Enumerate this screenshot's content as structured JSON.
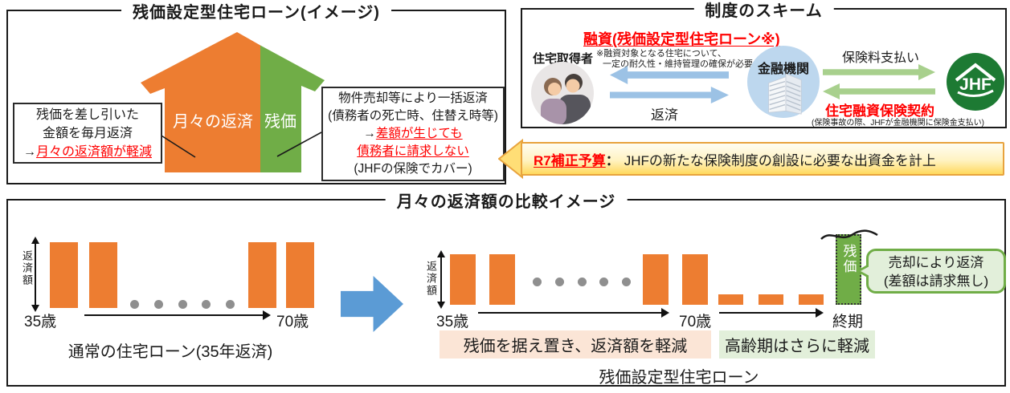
{
  "panel_loan": {
    "title": "残価設定型住宅ローン(イメージ)",
    "house": {
      "monthly": "月々の返済",
      "residual": "残価"
    },
    "note_left": {
      "line1": "残価を差し引いた",
      "line2": "金額を毎月返済",
      "arrow": "→",
      "red": "月々の返済額が軽減"
    },
    "note_right": {
      "line1": "物件売却等により一括返済",
      "line2": "(債務者の死亡時、住替え時等)",
      "arrow": "→",
      "red1": "差額が生じても",
      "red2": "債務者に請求しない",
      "line5": "(JHFの保険でカバー)"
    }
  },
  "panel_scheme": {
    "title": "制度のスキーム",
    "actor": "住宅取得者",
    "loan_label": "融資(残価設定型住宅ローン※)",
    "loan_note1": "※融資対象となる住宅について、",
    "loan_note2": "一定の耐久性・維持管理の確保が必要",
    "repay": "返済",
    "bank": "金融機関",
    "premium": "保険料支払い",
    "contract": "住宅融資保険契約",
    "contract_note": "(保険事故の際、JHFが金融機関に保険金支払い)",
    "jhf_logo": "JHF"
  },
  "banner": {
    "label": "R7補正予算",
    "colon": "：",
    "text": "JHFの新たな保険制度の創設に必要な出資金を計上"
  },
  "comparison": {
    "title": "月々の返済額の比較イメージ",
    "normal": {
      "axis_label": "返済額",
      "bar_heights": [
        82,
        82,
        82,
        82
      ],
      "dots": 5,
      "x_start": "35歳",
      "x_end": "70歳",
      "caption": "通常の住宅ローン(35年返済)"
    },
    "residual": {
      "axis_label": "返済額",
      "bar_heights": [
        63,
        63,
        63,
        63
      ],
      "small_bar_heights": [
        13,
        13,
        13
      ],
      "dots": 5,
      "x_start": "35歳",
      "x_mid": "70歳",
      "x_end": "終期",
      "residual_label": "残価",
      "bubble_line1": "売却により返済",
      "bubble_line2": "(差額は請求無し)",
      "highlight_main": "残価を据え置き、返済額を軽減",
      "highlight_elder": "高齢期はさらに軽減",
      "caption": "残価設定型住宅ローン"
    }
  },
  "colors": {
    "orange": "#ED7D31",
    "green": "#70AD47",
    "blue_big_arrow": "#5B9BD5",
    "blue_arrow": "#9CC2E5",
    "green_arrow": "#A8D08D",
    "bank_circle": "#BDD7EE",
    "jhf_green": "#1D7A33",
    "banner_border": "#E8A33D",
    "highlight_orange": "#FBE5D6",
    "highlight_green": "#E2EFDA",
    "red_text": "#FF0000"
  }
}
